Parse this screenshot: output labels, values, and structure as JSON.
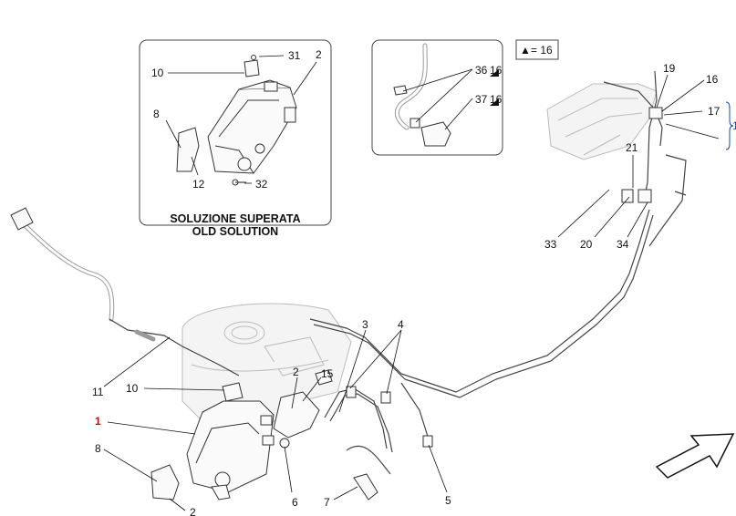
{
  "legend": {
    "symbol": "▲",
    "text": "= 16"
  },
  "inset_old": {
    "caption_line1": "SOLUZIONE SUPERATA",
    "caption_line2": "OLD SOLUTION"
  },
  "callouts": {
    "inset_old": [
      "31",
      "2",
      "10",
      "8",
      "12",
      "32"
    ],
    "inset_hose": [
      "36",
      "16",
      "37",
      "16"
    ],
    "engine": [
      "19",
      "16",
      "17",
      "1",
      "21",
      "33",
      "20",
      "34"
    ],
    "main": [
      "3",
      "4",
      "2",
      "15",
      "10",
      "11",
      "1",
      "8",
      "2",
      "6",
      "7",
      "5"
    ]
  },
  "colors": {
    "highlight": "#d40000",
    "bracket": "#1a4f9a"
  },
  "icons": [
    "direction-arrow-icon",
    "triangle-marker-icon"
  ]
}
